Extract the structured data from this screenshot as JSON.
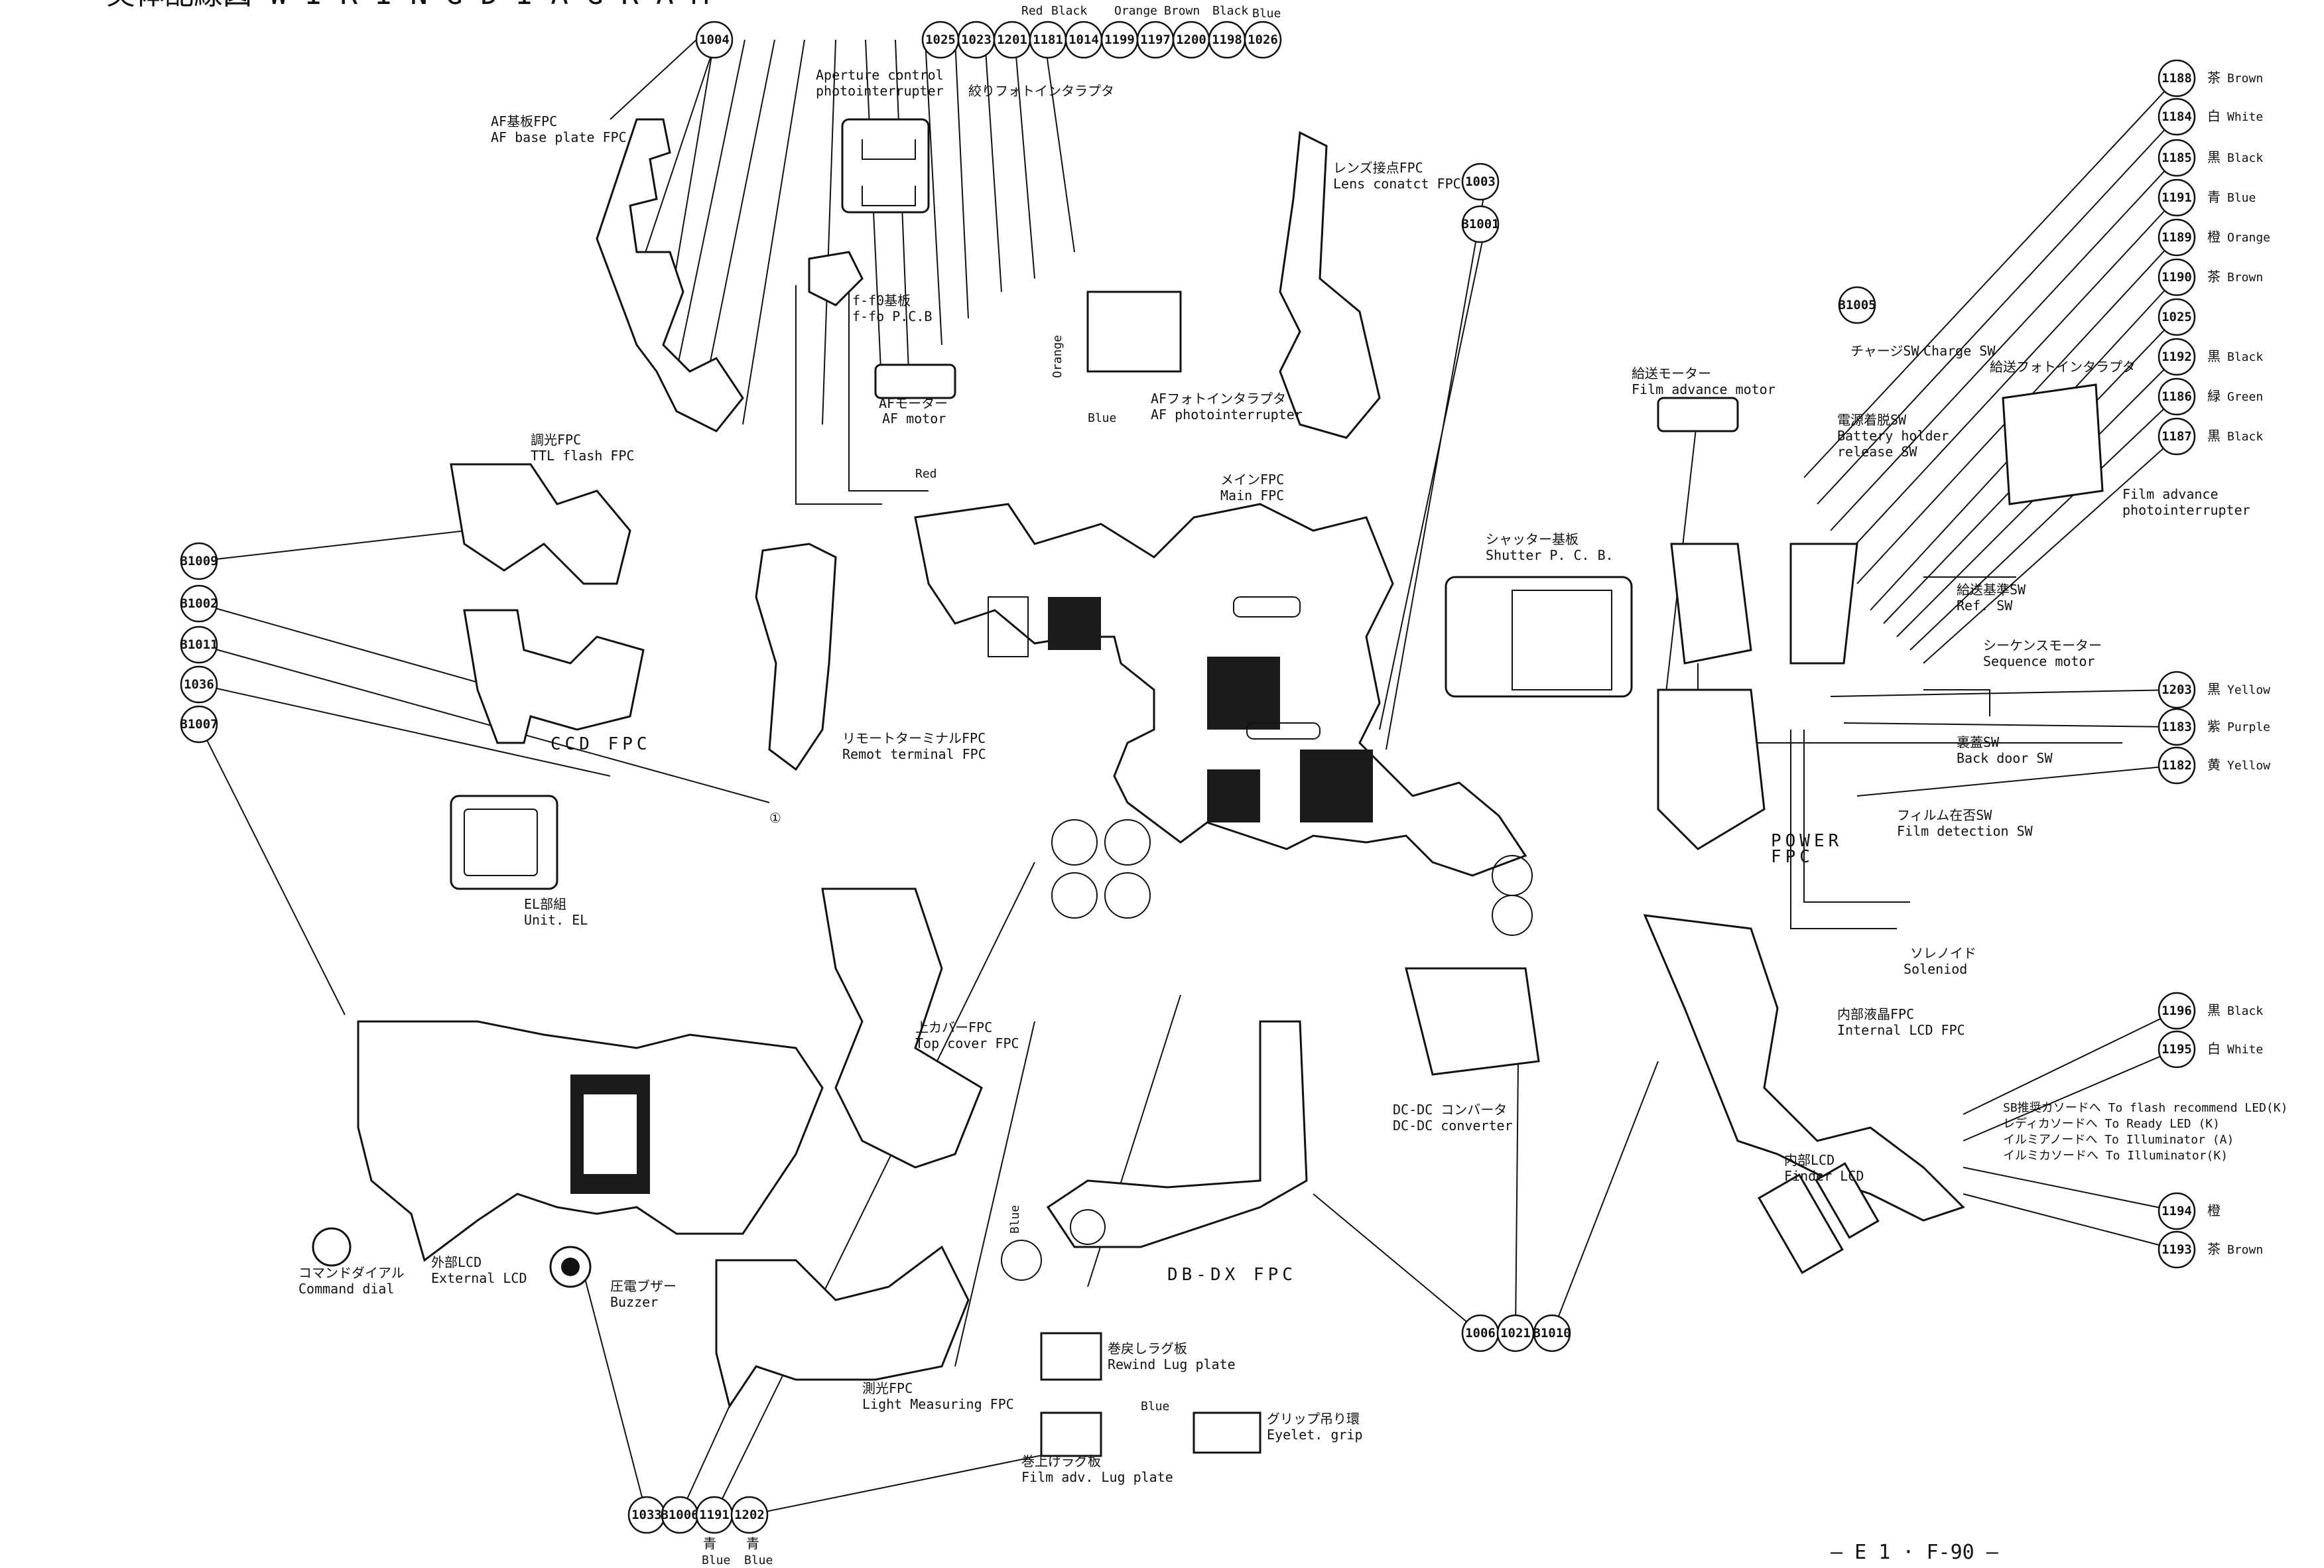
{
  "header": {
    "title": "実体配線図 W I R I N G  D I A G R A M",
    "footer": "— E 1 · F-90 —"
  },
  "bubbles": [
    {
      "id": "b1004",
      "label": "1004"
    },
    {
      "id": "b1025a",
      "label": "1025"
    },
    {
      "id": "b1023",
      "label": "1023"
    },
    {
      "id": "b1201",
      "label": "1201"
    },
    {
      "id": "b1181",
      "label": "1181"
    },
    {
      "id": "b1014",
      "label": "1014"
    },
    {
      "id": "b1199",
      "label": "1199"
    },
    {
      "id": "b1197",
      "label": "1197"
    },
    {
      "id": "b1200",
      "label": "1200"
    },
    {
      "id": "b1198",
      "label": "1198"
    },
    {
      "id": "b1026",
      "label": "1026"
    },
    {
      "id": "b1003",
      "label": "1003"
    },
    {
      "id": "bB1001",
      "label": "B1001"
    },
    {
      "id": "bB1005",
      "label": "B1005"
    },
    {
      "id": "b1188",
      "label": "1188"
    },
    {
      "id": "b1184",
      "label": "1184"
    },
    {
      "id": "b1185",
      "label": "1185"
    },
    {
      "id": "b1191a",
      "label": "1191"
    },
    {
      "id": "b1189",
      "label": "1189"
    },
    {
      "id": "b1190",
      "label": "1190"
    },
    {
      "id": "b1025b",
      "label": "1025"
    },
    {
      "id": "b1192",
      "label": "1192"
    },
    {
      "id": "b1186",
      "label": "1186"
    },
    {
      "id": "b1187",
      "label": "1187"
    },
    {
      "id": "bB1009",
      "label": "B1009"
    },
    {
      "id": "bB1002",
      "label": "B1002"
    },
    {
      "id": "bB1011",
      "label": "B1011"
    },
    {
      "id": "b1036",
      "label": "1036"
    },
    {
      "id": "bB1007",
      "label": "B1007"
    },
    {
      "id": "b1203",
      "label": "1203"
    },
    {
      "id": "b1183",
      "label": "1183"
    },
    {
      "id": "b1182",
      "label": "1182"
    },
    {
      "id": "b1196",
      "label": "1196"
    },
    {
      "id": "b1195",
      "label": "1195"
    },
    {
      "id": "b1194",
      "label": "1194"
    },
    {
      "id": "b1193",
      "label": "1193"
    },
    {
      "id": "b1006a",
      "label": "1006"
    },
    {
      "id": "b1021",
      "label": "1021"
    },
    {
      "id": "bB1010",
      "label": "B1010"
    },
    {
      "id": "b1033",
      "label": "1033"
    },
    {
      "id": "bB1006",
      "label": "B1006"
    },
    {
      "id": "b1191b",
      "label": "1191"
    },
    {
      "id": "b1202",
      "label": "1202"
    }
  ],
  "top_wire_colors": {
    "red": "Red",
    "black1": "Black",
    "orange": "Orange",
    "brown": "Brown",
    "black2": "Black",
    "blue": "Blue"
  },
  "right_colors": [
    {
      "jp": "茶",
      "en": "Brown"
    },
    {
      "jp": "白",
      "en": "White"
    },
    {
      "jp": "黒",
      "en": "Black"
    },
    {
      "jp": "青",
      "en": "Blue"
    },
    {
      "jp": "橙",
      "en": "Orange"
    },
    {
      "jp": "茶",
      "en": "Brown"
    },
    {
      "jp": "黒",
      "en": "Black"
    },
    {
      "jp": "緑",
      "en": "Green"
    },
    {
      "jp": "黒",
      "en": "Black"
    },
    {
      "jp": "黒",
      "en": "Yellow"
    },
    {
      "jp": "紫",
      "en": "Purple"
    },
    {
      "jp": "黄",
      "en": "Yellow"
    },
    {
      "jp": "黒",
      "en": "Black"
    },
    {
      "jp": "白",
      "en": "White"
    },
    {
      "jp": "橙",
      "en": ""
    },
    {
      "jp": "茶",
      "en": "Brown"
    }
  ],
  "bottom_colors": [
    {
      "jp": "青",
      "en": "Blue"
    },
    {
      "jp": "青",
      "en": "Blue"
    }
  ],
  "labels": {
    "af_base_jp": "AF基板FPC",
    "af_base_en": "AF base plate FPC",
    "aperture_en1": "Aperture control",
    "aperture_en2": "photointerrupter",
    "aperture_jp": "絞りフォトインタラプタ",
    "ffo_jp": "f-f0基板",
    "ffo_en": "f-fo P.C.B",
    "af_motor_jp": "AFモーター",
    "af_motor_en": "AF motor",
    "af_photo_jp": "AFフォトインタラプタ",
    "af_photo_en": "AF photointerrupter",
    "lens_contact_jp": "レンズ接点FPC",
    "lens_contact_en": "Lens conatct FPC",
    "main_fpc_jp": "メインFPC",
    "main_fpc_en": "Main FPC",
    "ttl_jp": "調光FPC",
    "ttl_en": "TTL flash FPC",
    "ccd": "CCD FPC",
    "remote_jp": "リモートターミナルFPC",
    "remote_en": "Remot terminal FPC",
    "el_jp": "EL部組",
    "el_en": "Unit. EL",
    "top_cover_jp": "上カバーFPC",
    "top_cover_en": "Top cover FPC",
    "ext_lcd_jp": "外部LCD",
    "ext_lcd_en": "External LCD",
    "cmd_dial_jp": "コマンドダイアル",
    "cmd_dial_en": "Command dial",
    "buzzer_jp": "圧電ブザー",
    "buzzer_en": "Buzzer",
    "light_jp": "測光FPC",
    "light_en": "Light Measuring FPC",
    "rewind_jp": "巻戻しラグ板",
    "rewind_en": "Rewind Lug plate",
    "filmadv_jp": "巻上げラグ板",
    "filmadv_en": "Film adv. Lug plate",
    "eyelet_jp": "グリップ吊り環",
    "eyelet_en": "Eyelet. grip",
    "dbdx": "DB-DX FPC",
    "dcdc_jp": "DC-DC コンバータ",
    "dcdc_en": "DC-DC converter",
    "shutter_jp": "シャッター基板",
    "shutter_en": "Shutter P. C. B.",
    "power": "POWER",
    "power2": "FPC",
    "film_motor_jp": "給送モーター",
    "film_motor_en": "Film advance motor",
    "charge_sw_jp": "チャージSW",
    "charge_sw_en": "Charge SW",
    "battery_jp": "電源着脱SW",
    "battery_en1": "Battery holder",
    "battery_en2": "release SW",
    "film_photo_jp": "給送フォトインタラプタ",
    "film_photo_en1": "Film advance",
    "film_photo_en2": "photointerrupter",
    "ref_sw_jp": "給送基準SW",
    "ref_sw_en": "Ref. SW",
    "seq_motor_jp": "シーケンスモーター",
    "seq_motor_en": "Sequence motor",
    "back_door_jp": "裏蓋SW",
    "back_door_en": "Back door SW",
    "film_det_jp": "フィルム在否SW",
    "film_det_en": "Film detection SW",
    "solenoid_jp": "ソレノイド",
    "solenoid_en": "Soleniod",
    "int_lcd_jp": "内部液晶FPC",
    "int_lcd_en": "Internal LCD FPC",
    "finder_lcd_jp": "内部LCD",
    "finder_lcd_en": "Finder LCD",
    "led1": "SB推奨カソードへ  To flash recommend LED(K)",
    "led2": "レディカソードへ  To Ready LED (K)",
    "led3": "イルミアノードへ  To Illuminator (A)",
    "led4": "イルミカソードへ  To Illuminator(K)",
    "wire_orange": "Orange",
    "wire_blue1": "Blue",
    "wire_red": "Red",
    "wire_blue2": "Blue",
    "wire_blue3": "Blue",
    "circled_one": "①"
  }
}
